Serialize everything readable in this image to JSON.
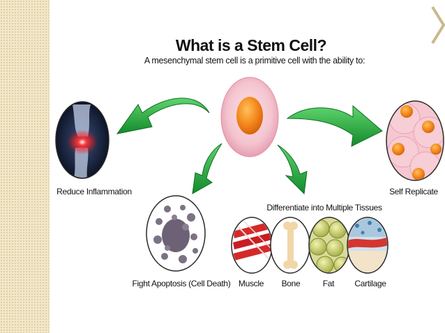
{
  "title": "What is a Stem Cell?",
  "subtitle": "A mesenchymal stem cell is a primitive cell with the ability to:",
  "abilities": {
    "reduce_inflammation": "Reduce Inflammation",
    "self_replicate": "Self Replicate",
    "fight_apoptosis": "Fight Apoptosis (Cell Death)",
    "differentiate": "Differentiate into Multiple Tissues"
  },
  "tissues": [
    "Muscle",
    "Bone",
    "Fat",
    "Cartilage"
  ],
  "icons": {
    "center": "stem-cell-icon",
    "inflammation": "inflamed-knee-icon",
    "replicate": "replicating-cells-icon",
    "apoptosis": "apoptotic-cell-icon",
    "muscle": "muscle-fiber-icon",
    "bone": "bone-icon",
    "fat": "fat-cells-icon",
    "cartilage": "cartilage-icon"
  },
  "colors": {
    "arrow": "#2aa33f",
    "cell_membrane": "#f0b8c4",
    "nucleus": "#f08a1c",
    "sidebar": "#f2e7c8"
  }
}
